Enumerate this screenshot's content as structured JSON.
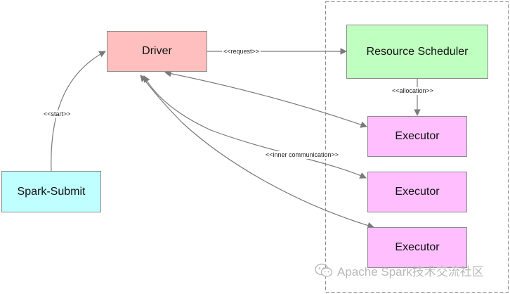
{
  "nodes": {
    "driver": {
      "label": "Driver",
      "color": "#ffbfbf"
    },
    "resource_scheduler": {
      "label": "Resource Scheduler",
      "color": "#bfffbf"
    },
    "spark_submit": {
      "label": "Spark-Submit",
      "color": "#bfffff"
    },
    "executors": [
      {
        "label": "Executor",
        "color": "#ffbfff"
      },
      {
        "label": "Executor",
        "color": "#ffbfff"
      },
      {
        "label": "Executor",
        "color": "#ffbfff"
      }
    ]
  },
  "edges": {
    "start": "<<start>>",
    "request": "<<request>>",
    "allocation": "<<allocation>>",
    "inner_communication": "<<inner communication>>"
  },
  "watermark": {
    "text": "Apache Spark技术交流社区"
  }
}
